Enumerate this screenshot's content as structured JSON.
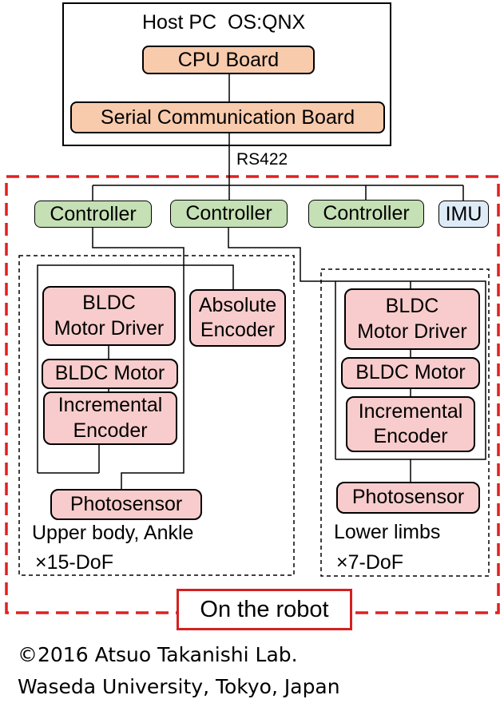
{
  "host": {
    "title": "Host PC  OS:QNX",
    "cpu_board": "CPU Board",
    "serial_board": "Serial Communication Board"
  },
  "link": {
    "label": "RS422"
  },
  "controllers": [
    "Controller",
    "Controller",
    "Controller"
  ],
  "imu": "IMU",
  "upper_group": {
    "motor_driver": "BLDC\nMotor Driver",
    "motor": "BLDC Motor",
    "encoder": "Incremental\nEncoder",
    "absolute_encoder": "Absolute\nEncoder",
    "photosensor": "Photosensor",
    "caption_line1": "Upper body, Ankle",
    "caption_line2": "×15-DoF"
  },
  "lower_group": {
    "motor_driver": "BLDC\nMotor Driver",
    "motor": "BLDC Motor",
    "encoder": "Incremental\nEncoder",
    "photosensor": "Photosensor",
    "caption_line1": "Lower limbs",
    "caption_line2": "×7-DoF"
  },
  "robot_label": "On the robot",
  "copyright": {
    "line1": "©2016 Atsuo Takanishi Lab.",
    "line2": "Waseda University, Tokyo, Japan"
  },
  "colors": {
    "orange": "#f8cbad",
    "green": "#c5e0b4",
    "blue": "#deebf7",
    "pink": "#f8cccc",
    "red_dash": "#e02020"
  }
}
